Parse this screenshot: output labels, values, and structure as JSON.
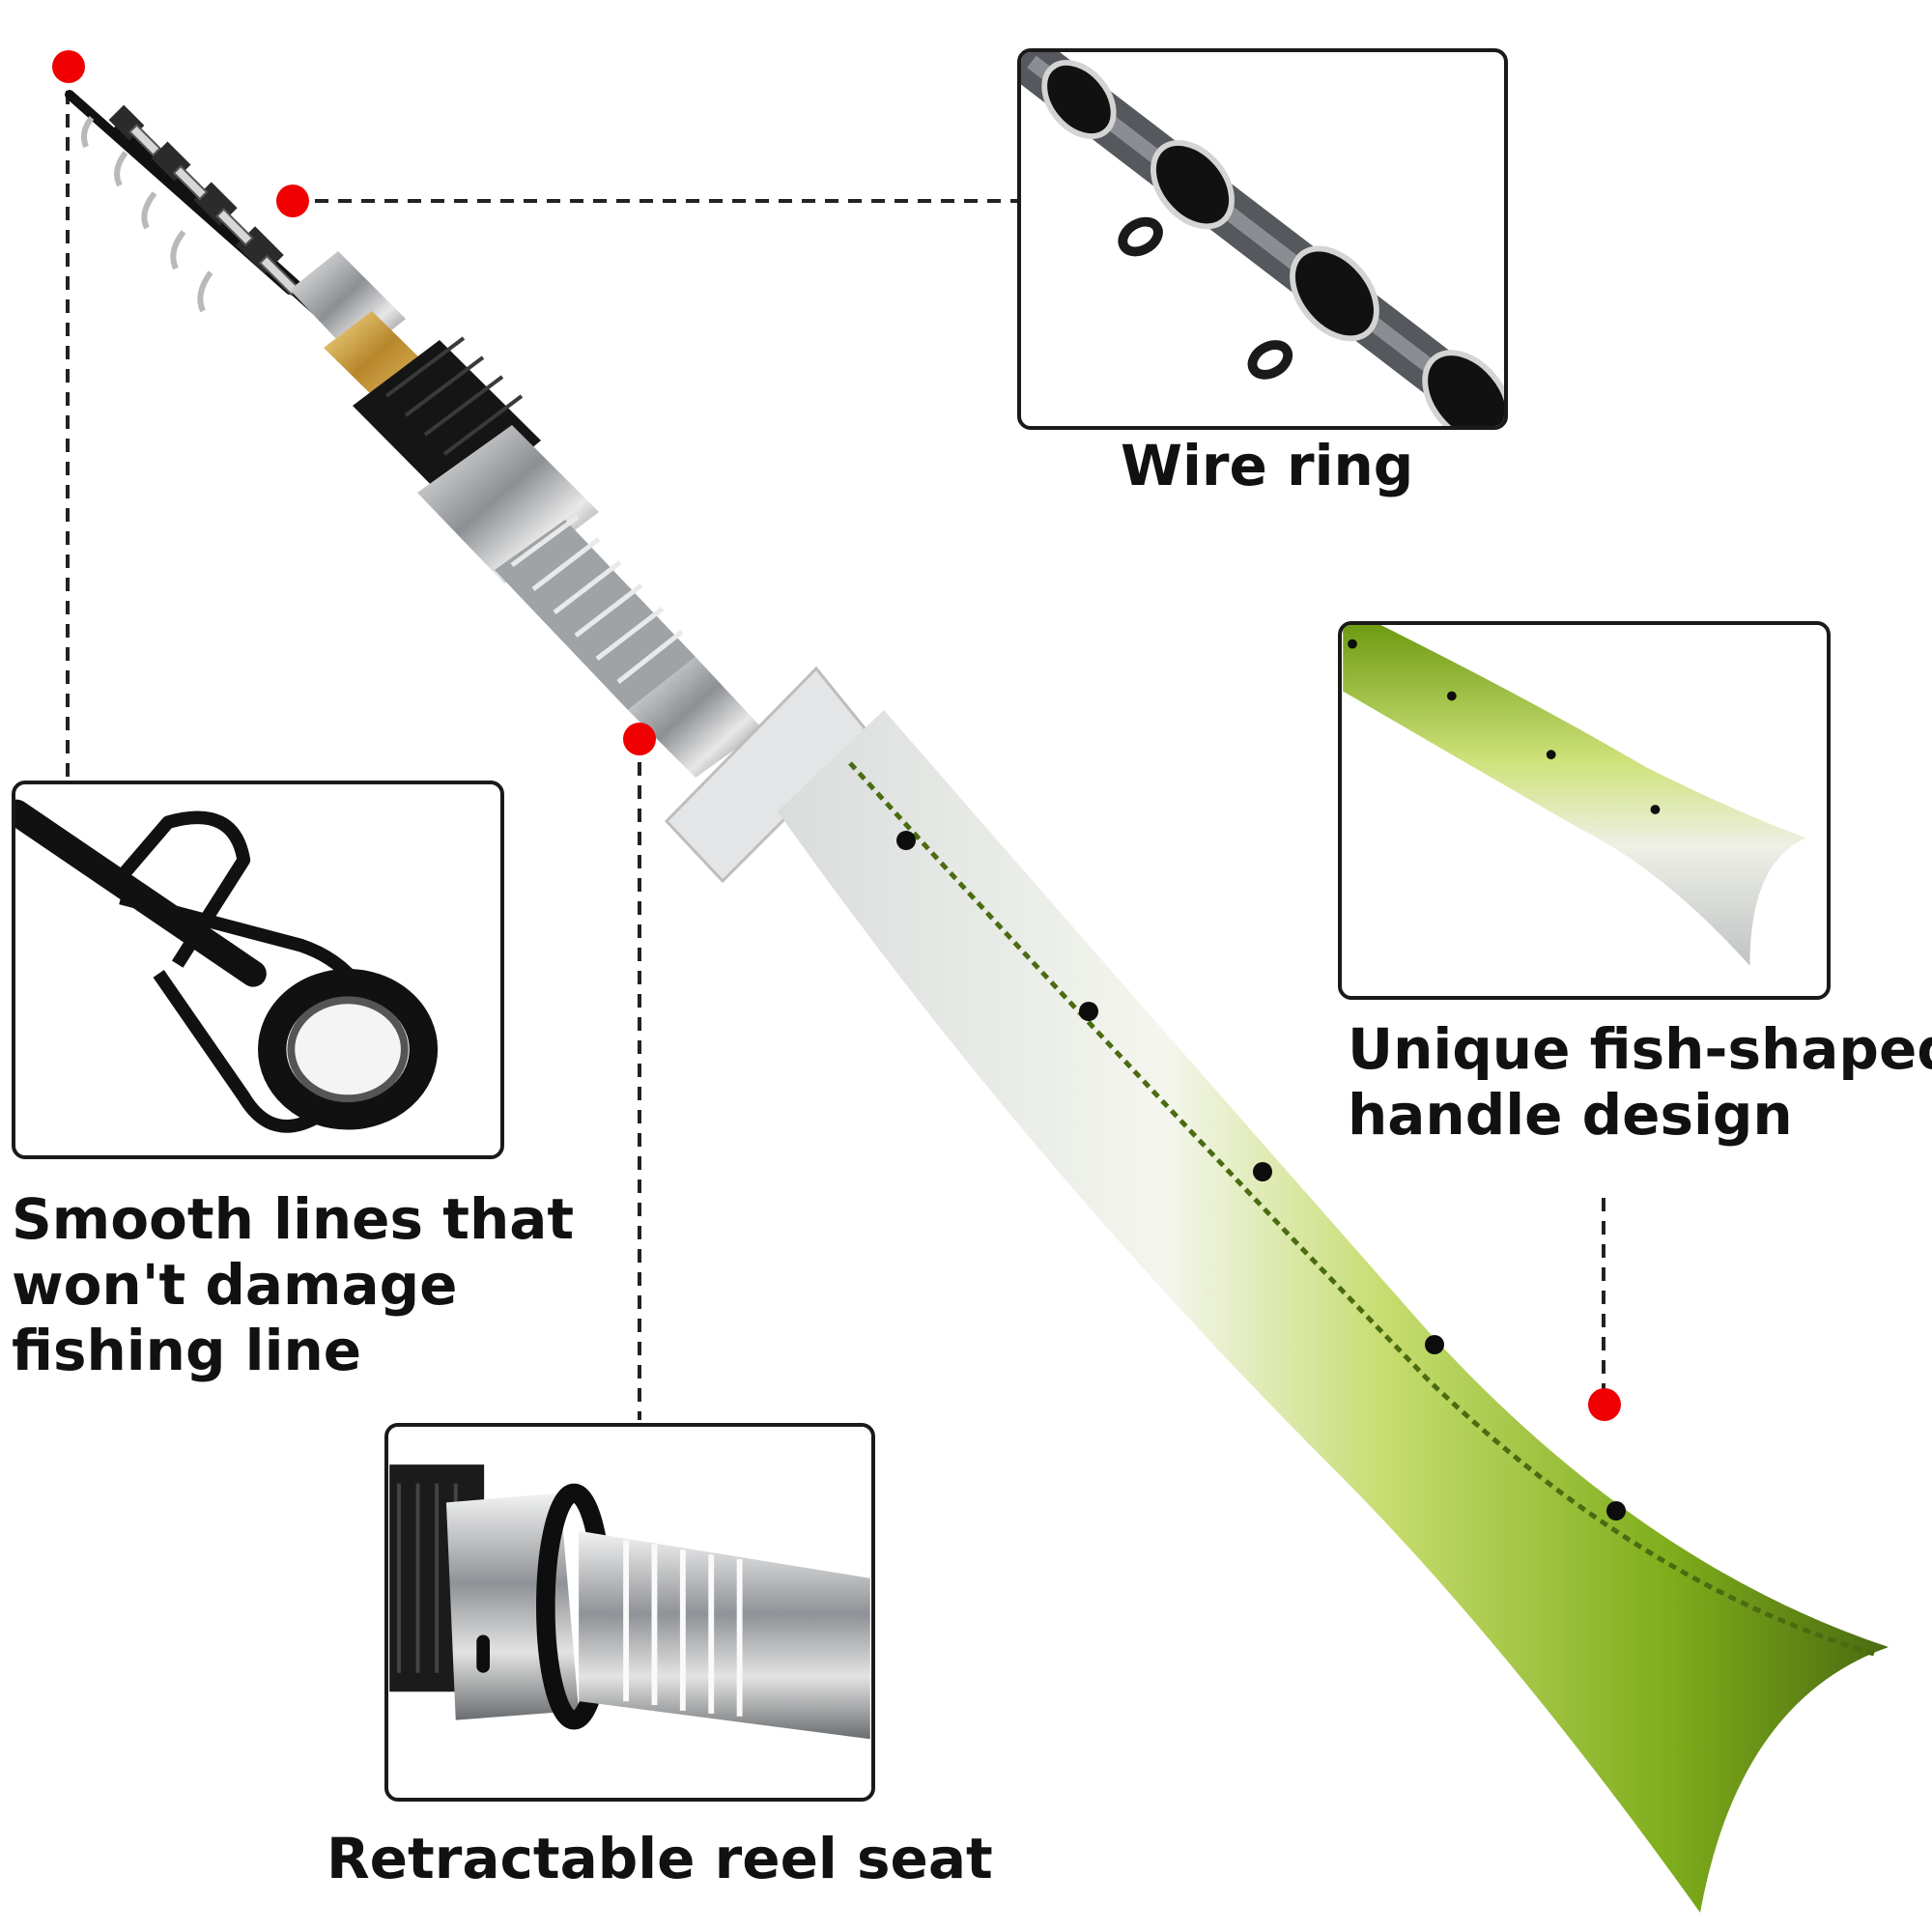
{
  "callouts": {
    "wire_ring": {
      "caption": "Wire ring"
    },
    "smooth_lines": {
      "lines": [
        "Smooth lines that",
        "won't damage",
        "fishing line"
      ]
    },
    "reel_seat": {
      "caption": "Retractable reel seat"
    },
    "fish_handle": {
      "lines": [
        "Unique fish-shaped",
        "handle design"
      ]
    }
  },
  "colors": {
    "marker": "#f00000",
    "handle_green": "#7fae1c",
    "silver": "#c9cccf",
    "dark": "#1a1a1a",
    "gold": "#c9972e"
  },
  "icons": [
    "telescopic-rod-tip",
    "rod-guide-ring",
    "reel-seat-thread",
    "fish-handle"
  ]
}
